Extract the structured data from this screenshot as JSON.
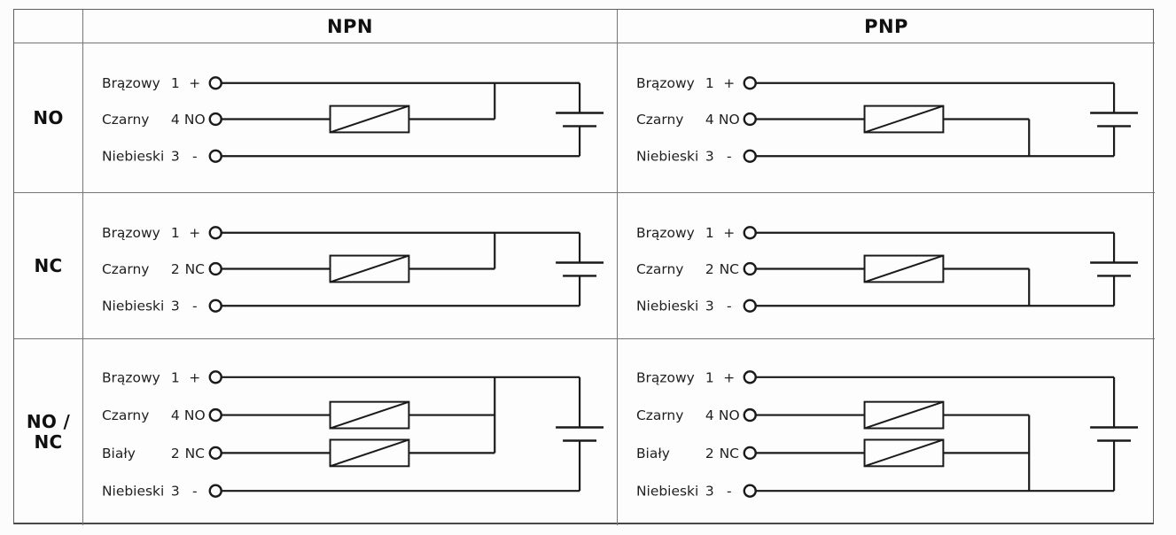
{
  "colors": {
    "wire": "#1a1a1a",
    "border": "#6a6a6a",
    "text": "#1f1f1f",
    "background": "#fcfcfc"
  },
  "table": {
    "columns": [
      {
        "title": "NPN"
      },
      {
        "title": "PNP"
      }
    ],
    "rows": [
      {
        "label": "NO",
        "cells": [
          {
            "type": "npn",
            "wires": [
              {
                "name": "Brązowy",
                "pin": "1",
                "symbol": "+"
              },
              {
                "name": "Czarny",
                "pin": "4",
                "symbol": "NO",
                "load": true
              },
              {
                "name": "Niebieski",
                "pin": "3",
                "symbol": "-"
              }
            ]
          },
          {
            "type": "pnp",
            "wires": [
              {
                "name": "Brązowy",
                "pin": "1",
                "symbol": "+"
              },
              {
                "name": "Czarny",
                "pin": "4",
                "symbol": "NO",
                "load": true
              },
              {
                "name": "Niebieski",
                "pin": "3",
                "symbol": "-"
              }
            ]
          }
        ]
      },
      {
        "label": "NC",
        "cells": [
          {
            "type": "npn",
            "wires": [
              {
                "name": "Brązowy",
                "pin": "1",
                "symbol": "+"
              },
              {
                "name": "Czarny",
                "pin": "2",
                "symbol": "NC",
                "load": true
              },
              {
                "name": "Niebieski",
                "pin": "3",
                "symbol": "-"
              }
            ]
          },
          {
            "type": "pnp",
            "wires": [
              {
                "name": "Brązowy",
                "pin": "1",
                "symbol": "+"
              },
              {
                "name": "Czarny",
                "pin": "2",
                "symbol": "NC",
                "load": true
              },
              {
                "name": "Niebieski",
                "pin": "3",
                "symbol": "-"
              }
            ]
          }
        ]
      },
      {
        "label": "NO /\nNC",
        "cells": [
          {
            "type": "npn",
            "wires": [
              {
                "name": "Brązowy",
                "pin": "1",
                "symbol": "+"
              },
              {
                "name": "Czarny",
                "pin": "4",
                "symbol": "NO",
                "load": true
              },
              {
                "name": "Biały",
                "pin": "2",
                "symbol": "NC",
                "load": true
              },
              {
                "name": "Niebieski",
                "pin": "3",
                "symbol": "-"
              }
            ]
          },
          {
            "type": "pnp",
            "wires": [
              {
                "name": "Brązowy",
                "pin": "1",
                "symbol": "+"
              },
              {
                "name": "Czarny",
                "pin": "4",
                "symbol": "NO",
                "load": true
              },
              {
                "name": "Biały",
                "pin": "2",
                "symbol": "NC",
                "load": true
              },
              {
                "name": "Niebieski",
                "pin": "3",
                "symbol": "-"
              }
            ]
          }
        ]
      }
    ]
  }
}
